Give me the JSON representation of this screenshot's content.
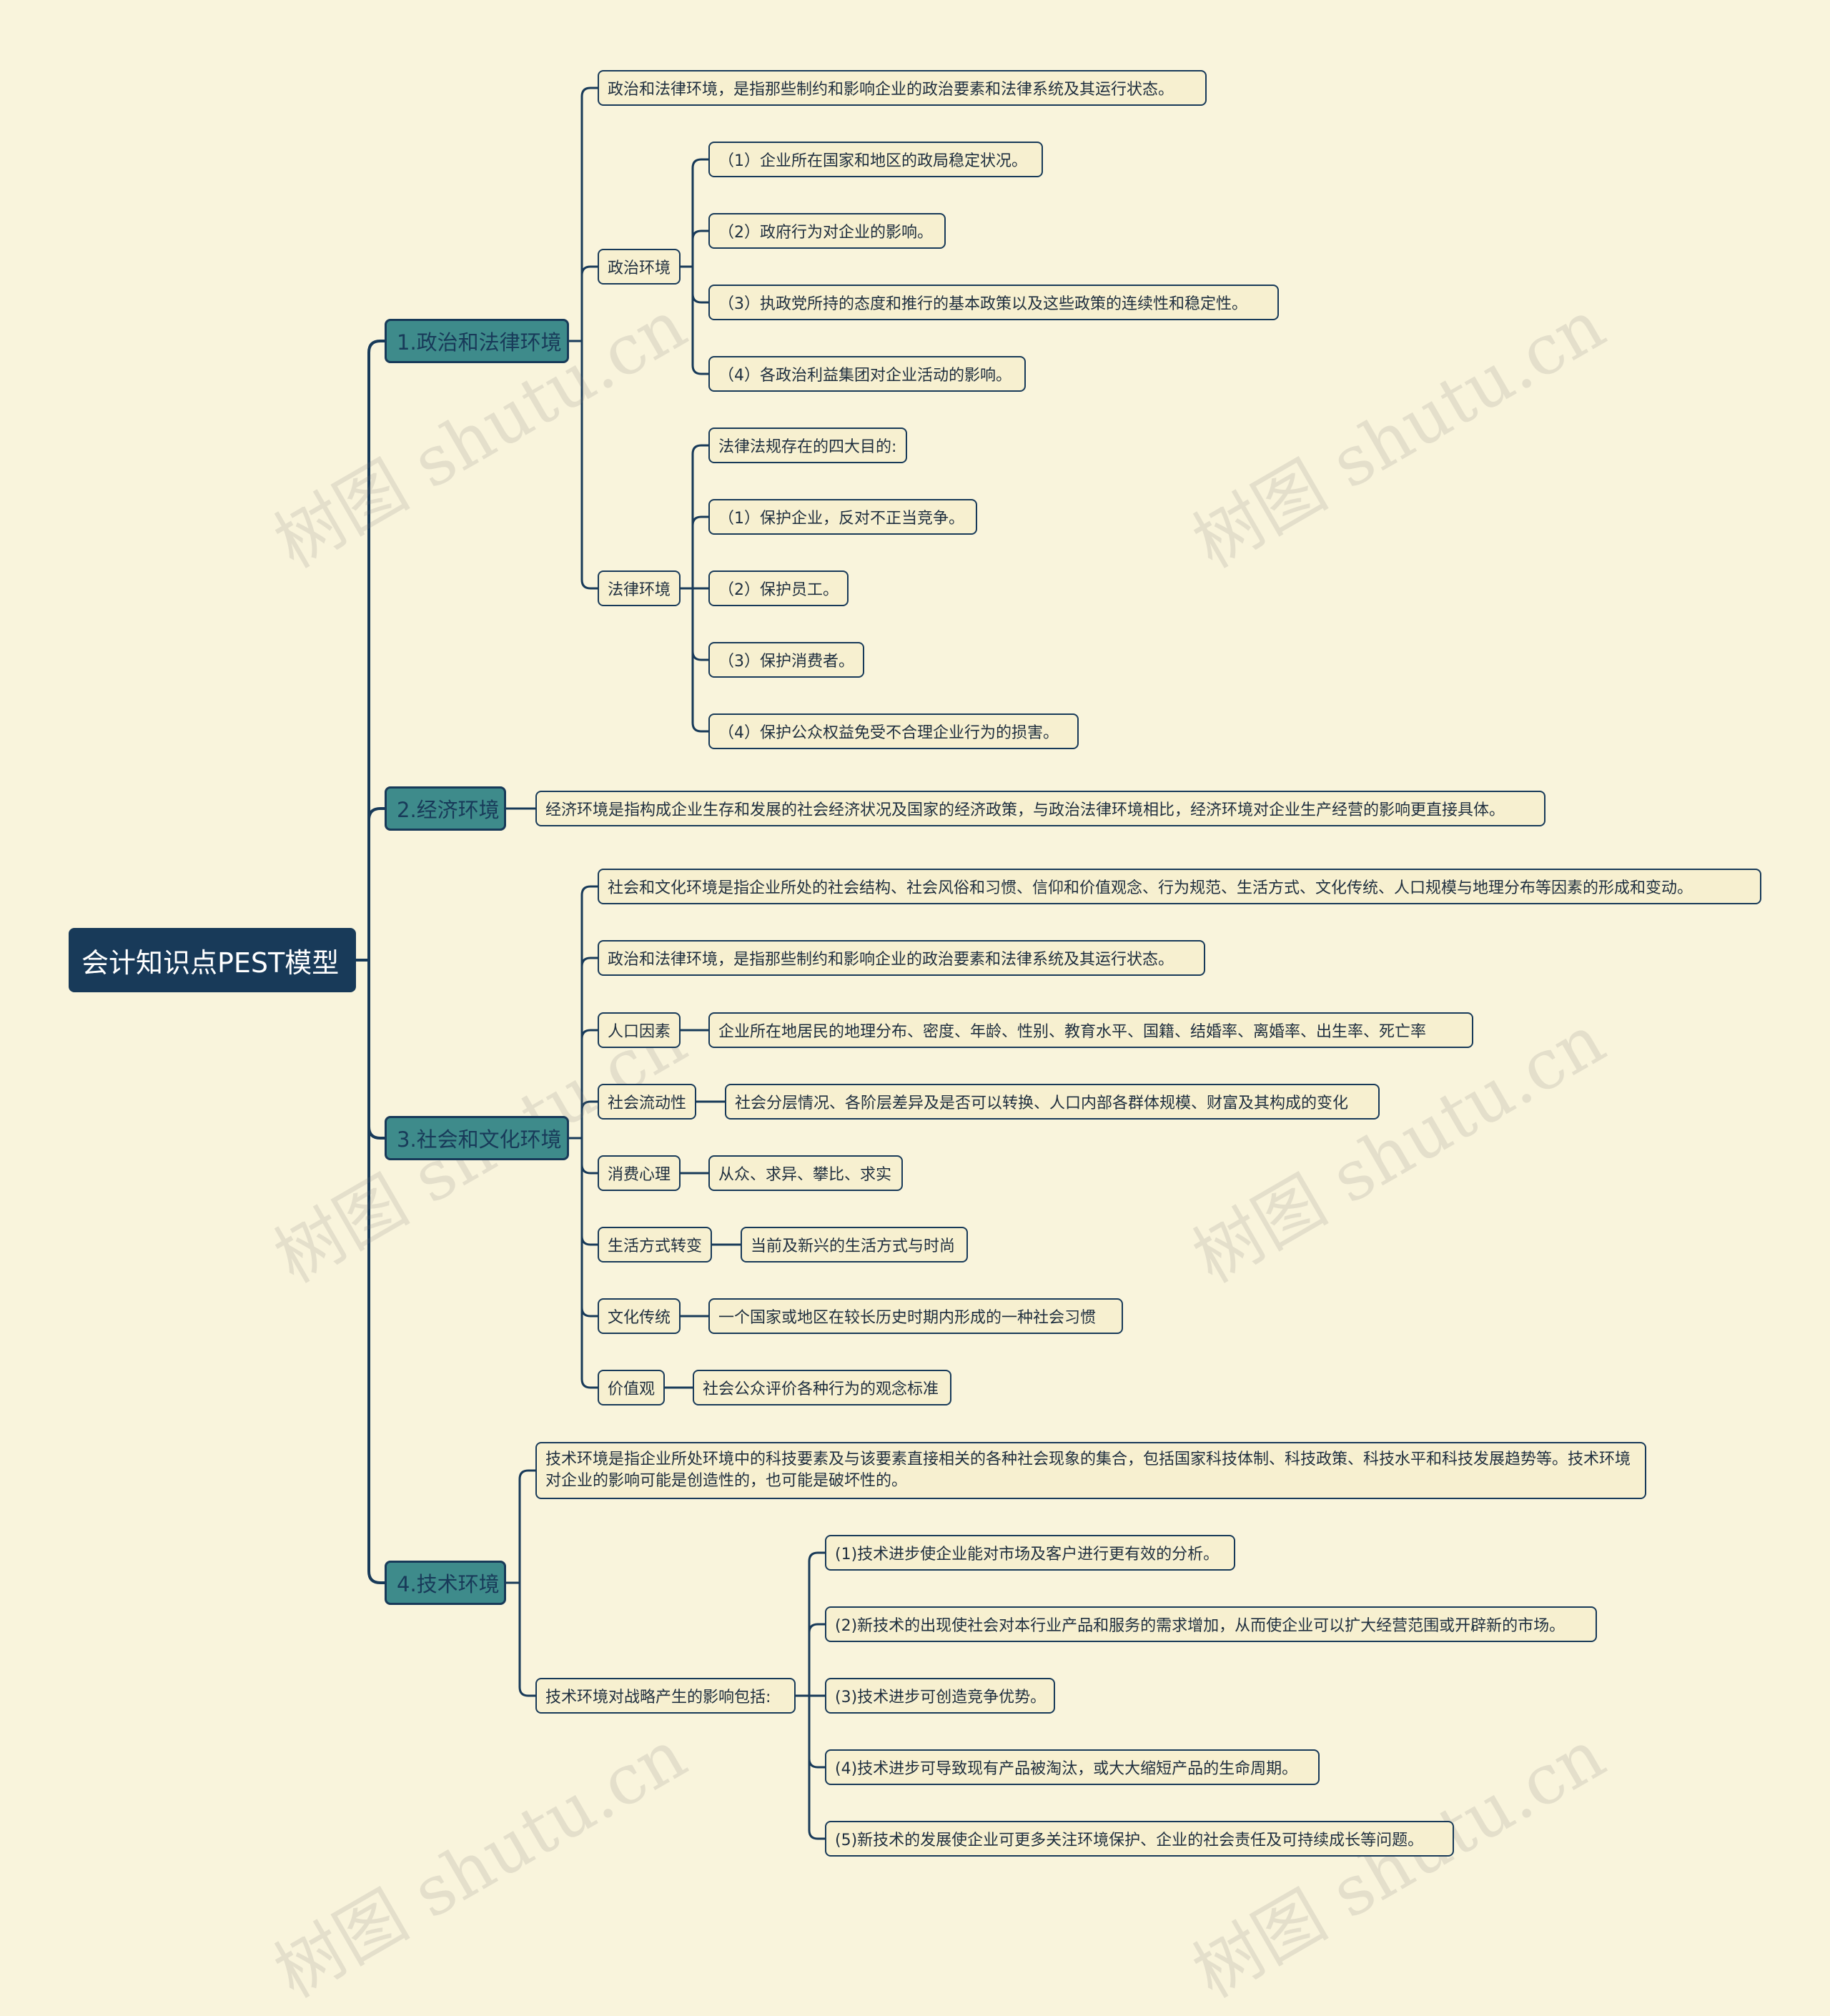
{
  "root": "会计知识点PEST模型",
  "watermark": "树图 shutu.cn",
  "colors": {
    "background": "#f9f4dc",
    "root": "#183a59",
    "main": "#3e8b8b",
    "leaf_fill": "#f7f0d0",
    "line": "#183a59"
  },
  "branches": [
    {
      "label": "1.政治和法律环境",
      "children": [
        {
          "label": "政治和法律环境，是指那些制约和影响企业的政治要素和法律系统及其运行状态。"
        },
        {
          "label": "政治环境",
          "children": [
            {
              "label": "（1）企业所在国家和地区的政局稳定状况。"
            },
            {
              "label": "（2）政府行为对企业的影响。"
            },
            {
              "label": "（3）执政党所持的态度和推行的基本政策以及这些政策的连续性和稳定性。"
            },
            {
              "label": "（4）各政治利益集团对企业活动的影响。"
            }
          ]
        },
        {
          "label": "法律环境",
          "children": [
            {
              "label": "法律法规存在的四大目的:"
            },
            {
              "label": "（1）保护企业，反对不正当竞争。"
            },
            {
              "label": "（2）保护员工。"
            },
            {
              "label": "（3）保护消费者。"
            },
            {
              "label": "（4）保护公众权益免受不合理企业行为的损害。"
            }
          ]
        }
      ]
    },
    {
      "label": "2.经济环境",
      "children": [
        {
          "label": "经济环境是指构成企业生存和发展的社会经济状况及国家的经济政策，与政治法律环境相比，经济环境对企业生产经营的影响更直接具体。"
        }
      ]
    },
    {
      "label": "3.社会和文化环境",
      "children": [
        {
          "label": "社会和文化环境是指企业所处的社会结构、社会风俗和习惯、信仰和价值观念、行为规范、生活方式、文化传统、人口规模与地理分布等因素的形成和变动。"
        },
        {
          "label": "政治和法律环境，是指那些制约和影响企业的政治要素和法律系统及其运行状态。"
        },
        {
          "label": "人口因素",
          "children": [
            {
              "label": "企业所在地居民的地理分布、密度、年龄、性别、教育水平、国籍、结婚率、离婚率、出生率、死亡率"
            }
          ]
        },
        {
          "label": "社会流动性",
          "children": [
            {
              "label": "社会分层情况、各阶层差异及是否可以转换、人口内部各群体规模、财富及其构成的变化"
            }
          ]
        },
        {
          "label": "消费心理",
          "children": [
            {
              "label": "从众、求异、攀比、求实"
            }
          ]
        },
        {
          "label": "生活方式转变",
          "children": [
            {
              "label": "当前及新兴的生活方式与时尚"
            }
          ]
        },
        {
          "label": "文化传统",
          "children": [
            {
              "label": "一个国家或地区在较长历史时期内形成的一种社会习惯"
            }
          ]
        },
        {
          "label": "价值观",
          "children": [
            {
              "label": "社会公众评价各种行为的观念标准"
            }
          ]
        }
      ]
    },
    {
      "label": "4.技术环境",
      "children": [
        {
          "label": "技术环境是指企业所处环境中的科技要素及与该要素直接相关的各种社会现象的集合，包括国家科技体制、科技政策、科技水平和科技发展趋势等。技术环境对企业的影响可能是创造性的，也可能是破坏性的。"
        },
        {
          "label": "技术环境对战略产生的影响包括:",
          "children": [
            {
              "label": "(1)技术进步使企业能对市场及客户进行更有效的分析。"
            },
            {
              "label": "(2)新技术的出现使社会对本行业产品和服务的需求增加，从而使企业可以扩大经营范围或开辟新的市场。"
            },
            {
              "label": "(3)技术进步可创造竞争优势。"
            },
            {
              "label": "(4)技术进步可导致现有产品被淘汰，或大大缩短产品的生命周期。"
            },
            {
              "label": "(5)新技术的发展使企业可更多关注环境保护、企业的社会责任及可持续成长等问题。"
            }
          ]
        }
      ]
    }
  ]
}
